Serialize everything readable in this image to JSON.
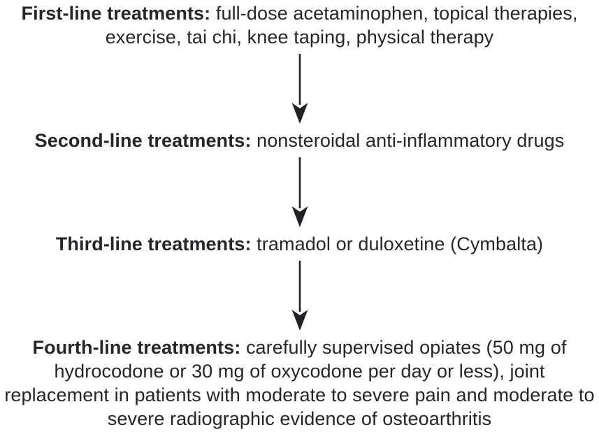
{
  "flowchart": {
    "title_semantic": "osteoarthritis-treatment-lines-flowchart",
    "background_color": "#ffffff",
    "text_color": "#28252a",
    "arrow_color": "#242126",
    "arrow_icon": "down-arrow",
    "steps": [
      {
        "label": "First-line treatments:",
        "text": "full-dose acetaminophen, topical therapies, exercise, tai chi, knee taping, physical therapy"
      },
      {
        "label": "Second-line treatments:",
        "text": "nonsteroidal anti-inflammatory drugs"
      },
      {
        "label": "Third-line treatments:",
        "text": "tramadol or duloxetine (Cymbalta)"
      },
      {
        "label": "Fourth-line treatments:",
        "text": "carefully supervised opiates (50 mg of hydrocodone or 30 mg of oxycodone per day or less), joint replacement in patients with moderate to severe pain and moderate to severe radiographic evidence of osteoarthritis"
      }
    ]
  }
}
